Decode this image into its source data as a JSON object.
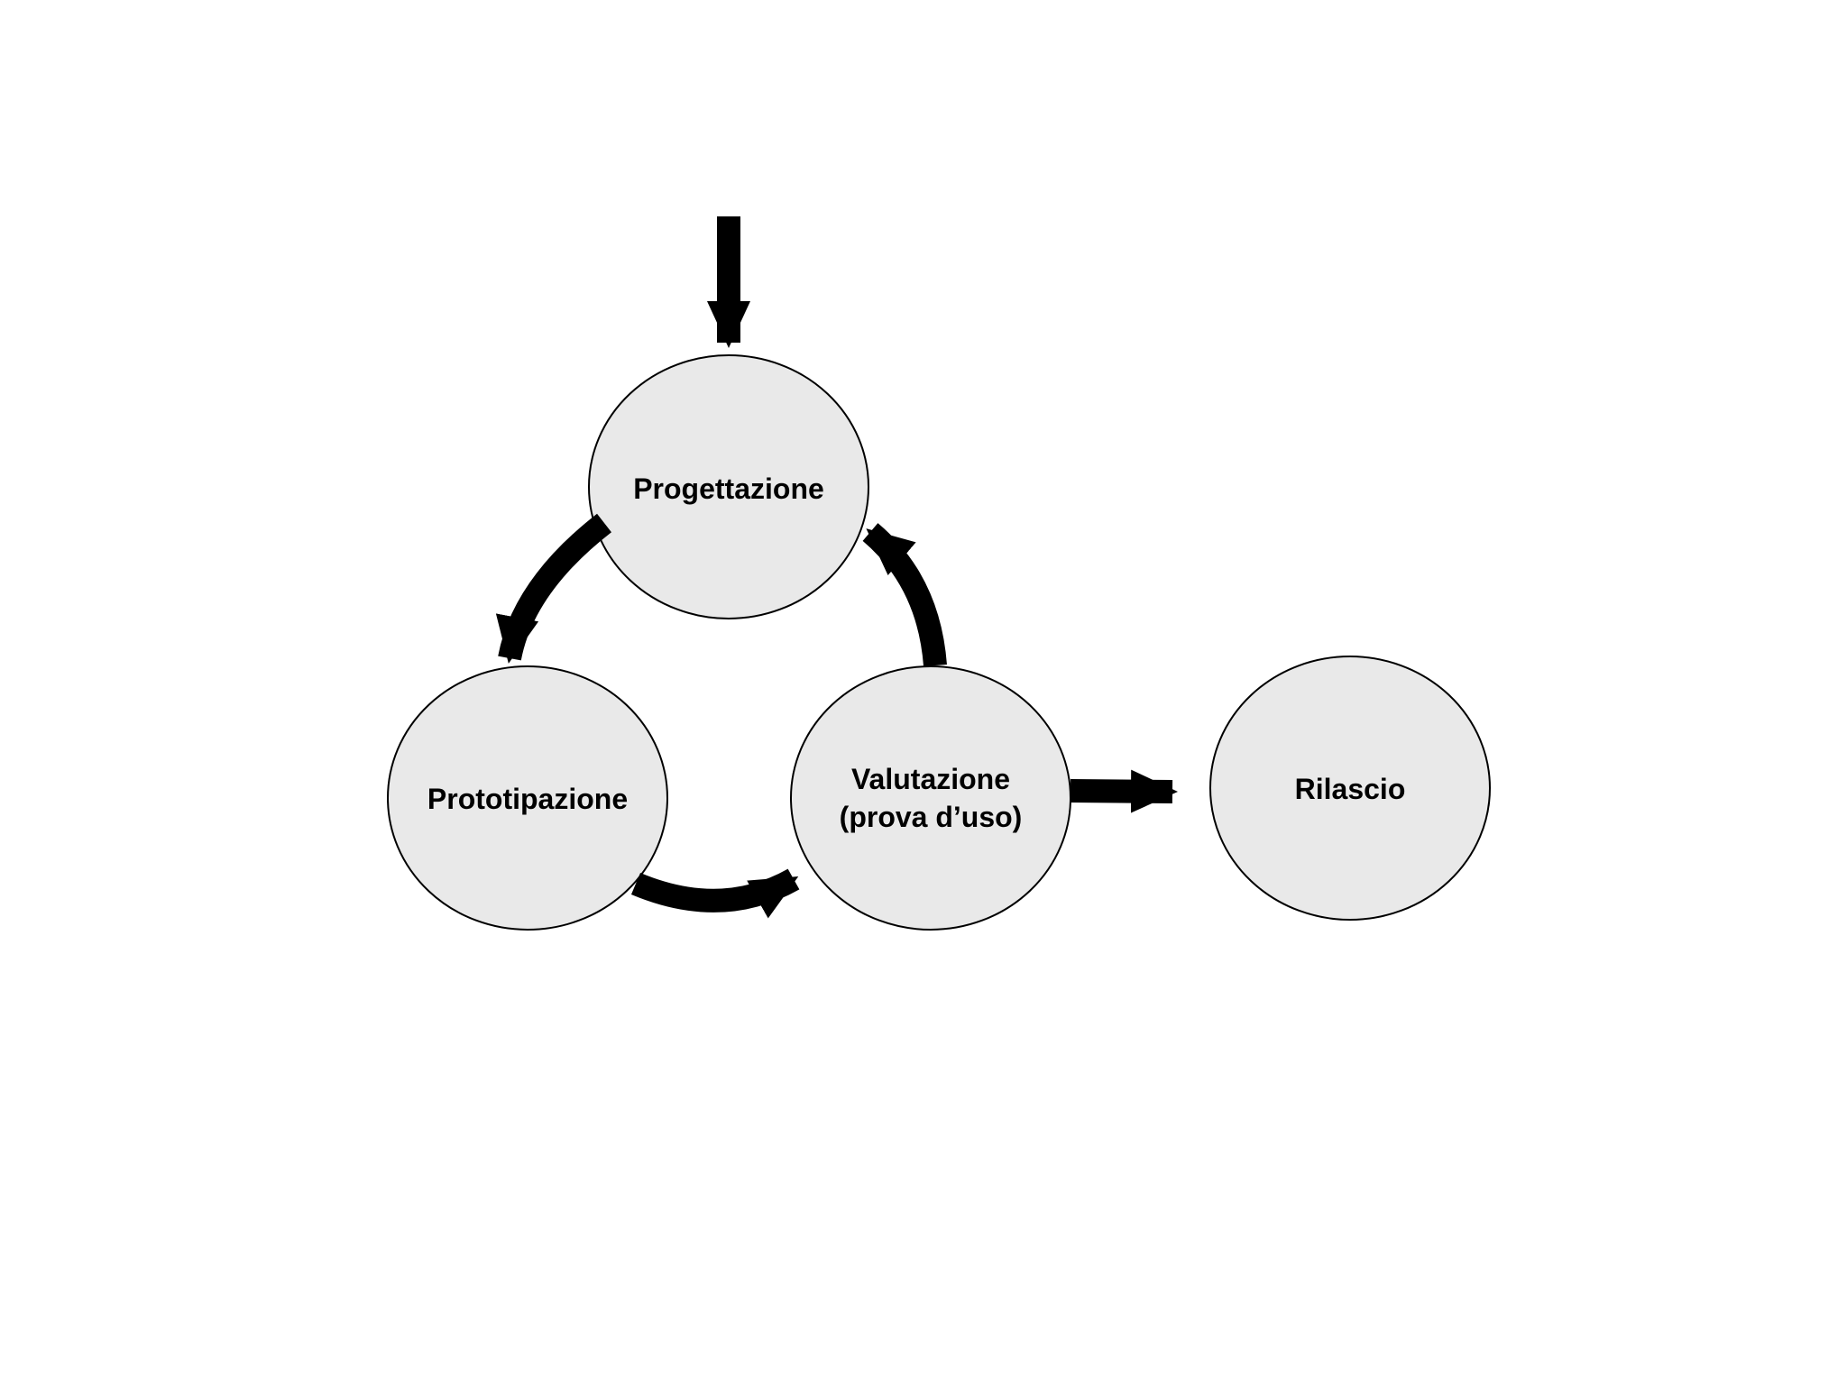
{
  "diagram": {
    "nodes": {
      "progettazione": {
        "label": "Progettazione"
      },
      "prototipazione": {
        "label": "Prototipazione"
      },
      "valutazione": {
        "line1": "Valutazione",
        "line2": "(prova d’uso)"
      },
      "rilascio": {
        "label": "Rilascio"
      }
    },
    "edges": [
      {
        "from": "entry",
        "to": "progettazione"
      },
      {
        "from": "progettazione",
        "to": "prototipazione"
      },
      {
        "from": "prototipazione",
        "to": "valutazione"
      },
      {
        "from": "valutazione",
        "to": "progettazione"
      },
      {
        "from": "valutazione",
        "to": "rilascio"
      }
    ],
    "colors": {
      "node_fill": "#e9e9e9",
      "node_stroke": "#000000",
      "arrow": "#000000",
      "background": "#ffffff"
    }
  }
}
